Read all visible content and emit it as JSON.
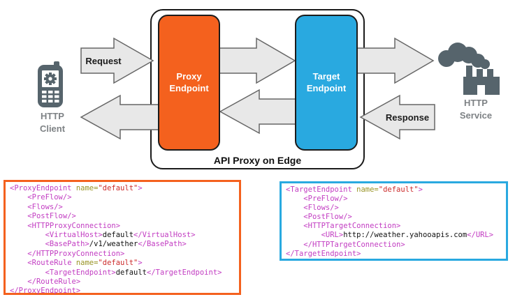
{
  "colors": {
    "proxy_accent": "#F4611E",
    "target_accent": "#29A9E0",
    "arrow_fill": "#E8E8E8",
    "arrow_stroke": "#666666",
    "icon_slate": "#56646C",
    "label_gray": "#7E8285",
    "code_tag": "#C23CC2",
    "code_attr": "#999426",
    "code_string": "#CC2B2B",
    "code_text": "#111111"
  },
  "diagram": {
    "client_label": "HTTP\nClient",
    "service_label": "HTTP\nService",
    "request_label": "Request",
    "response_label": "Response",
    "container_label": "API Proxy on Edge",
    "proxy_endpoint_label": "Proxy\nEndpoint",
    "target_endpoint_label": "Target\nEndpoint"
  },
  "code_boxes": {
    "proxy": {
      "lines": [
        [
          [
            "g",
            "<ProxyEndpoint"
          ],
          [
            "a",
            " name="
          ],
          [
            "s",
            "\"default\""
          ],
          [
            "g",
            ">"
          ]
        ],
        [
          [
            "t",
            "    "
          ],
          [
            "g",
            "<PreFlow/>"
          ]
        ],
        [
          [
            "t",
            "    "
          ],
          [
            "g",
            "<Flows/>"
          ]
        ],
        [
          [
            "t",
            "    "
          ],
          [
            "g",
            "<PostFlow/>"
          ]
        ],
        [
          [
            "t",
            "    "
          ],
          [
            "g",
            "<HTTPProxyConnection>"
          ]
        ],
        [
          [
            "t",
            "        "
          ],
          [
            "g",
            "<VirtualHost>"
          ],
          [
            "t",
            "default"
          ],
          [
            "g",
            "</VirtualHost>"
          ]
        ],
        [
          [
            "t",
            "        "
          ],
          [
            "g",
            "<BasePath>"
          ],
          [
            "t",
            "/v1/weather"
          ],
          [
            "g",
            "</BasePath>"
          ]
        ],
        [
          [
            "t",
            "    "
          ],
          [
            "g",
            "</HTTPProxyConnection>"
          ]
        ],
        [
          [
            "t",
            "    "
          ],
          [
            "g",
            "<RouteRule"
          ],
          [
            "a",
            " name="
          ],
          [
            "s",
            "\"default\""
          ],
          [
            "g",
            ">"
          ]
        ],
        [
          [
            "t",
            "        "
          ],
          [
            "g",
            "<TargetEndpoint>"
          ],
          [
            "t",
            "default"
          ],
          [
            "g",
            "</TargetEndpoint>"
          ]
        ],
        [
          [
            "t",
            "    "
          ],
          [
            "g",
            "</RouteRule>"
          ]
        ],
        [
          [
            "g",
            "</ProxyEndpoint>"
          ]
        ]
      ]
    },
    "target": {
      "lines": [
        [
          [
            "g",
            "<TargetEndpoint"
          ],
          [
            "a",
            " name="
          ],
          [
            "s",
            "\"default\""
          ],
          [
            "g",
            ">"
          ]
        ],
        [
          [
            "t",
            "    "
          ],
          [
            "g",
            "<PreFlow/>"
          ]
        ],
        [
          [
            "t",
            "    "
          ],
          [
            "g",
            "<Flows/>"
          ]
        ],
        [
          [
            "t",
            "    "
          ],
          [
            "g",
            "<PostFlow/>"
          ]
        ],
        [
          [
            "t",
            "    "
          ],
          [
            "g",
            "<HTTPTargetConnection>"
          ]
        ],
        [
          [
            "t",
            "        "
          ],
          [
            "g",
            "<URL>"
          ],
          [
            "t",
            "http://weather.yahooapis.com"
          ],
          [
            "g",
            "</URL>"
          ]
        ],
        [
          [
            "t",
            "    "
          ],
          [
            "g",
            "</HTTPTargetConnection>"
          ]
        ],
        [
          [
            "g",
            "</TargetEndpoint>"
          ]
        ]
      ]
    }
  }
}
